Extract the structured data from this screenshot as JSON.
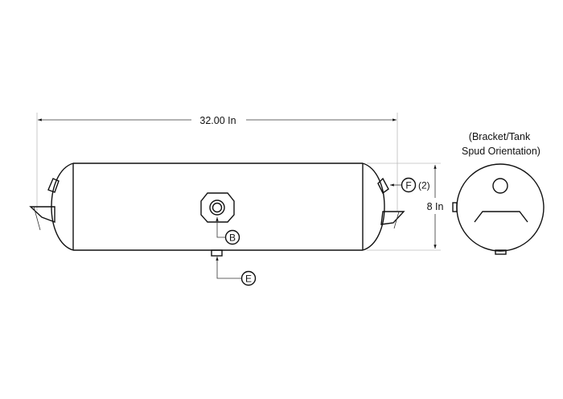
{
  "dimensions": {
    "length": "32.00 In",
    "diameter": "8 In"
  },
  "callouts": {
    "b": "B",
    "e": "E",
    "f": "F",
    "f_qty": "(2)"
  },
  "end_view": {
    "title_line1": "(Bracket/Tank",
    "title_line2": "Spud Orientation)"
  },
  "colors": {
    "line": "#111111",
    "extension": "#bbbbbb",
    "background": "#ffffff"
  }
}
